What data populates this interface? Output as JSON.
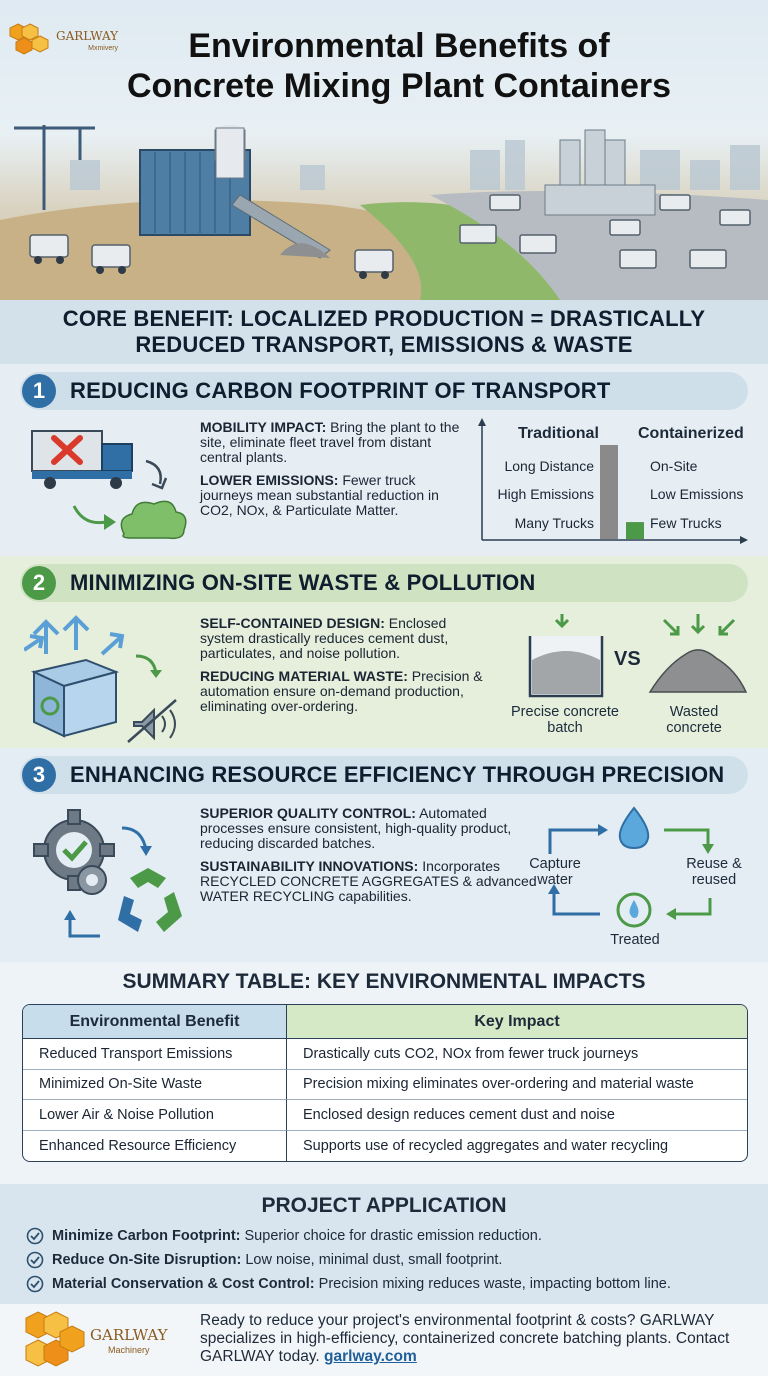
{
  "brand": {
    "name": "GARLWAY",
    "sub_header": "Mxmivery",
    "sub_footer": "Machinery"
  },
  "title": {
    "line1": "Environmental Benefits of",
    "line2": "Concrete Mixing Plant Containers"
  },
  "core": {
    "line1": "CORE BENEFIT: LOCALIZED PRODUCTION = DRASTICALLY",
    "line2": "REDUCED TRANSPORT, EMISSIONS & WASTE"
  },
  "section1": {
    "number": "1",
    "title": "REDUCING CARBON FOOTPRINT OF TRANSPORT",
    "b1_label": "MOBILITY IMPACT:",
    "b1_text": " Bring the plant to the site, eliminate fleet travel from distant central plants.",
    "b2_label": "LOWER EMISSIONS:",
    "b2_text": " Fewer truck journeys mean substantial reduction in CO2, NOx, & Particulate Matter."
  },
  "chart_data": {
    "type": "bar",
    "categories": [
      "Traditional",
      "Containerized"
    ],
    "values": [
      100,
      18
    ],
    "left_labels": [
      "Long Distance",
      "High Emissions",
      "Many Trucks"
    ],
    "right_labels": [
      "On-Site",
      "Low Emissions",
      "Few Trucks"
    ],
    "colors": [
      "#8a8a8a",
      "#4c9a48"
    ]
  },
  "section2": {
    "number": "2",
    "title": "MINIMIZING ON-SITE WASTE & POLLUTION",
    "b1_label": "SELF-CONTAINED DESIGN:",
    "b1_text": " Enclosed system drastically reduces cement dust, particulates, and noise pollution.",
    "b2_label": "REDUCING MATERIAL WASTE:",
    "b2_text": " Precision & automation ensure on-demand production, eliminating over-ordering.",
    "vs": "VS",
    "left_caption": "Precise concrete batch",
    "right_caption": "Wasted concrete"
  },
  "section3": {
    "number": "3",
    "title": "ENHANCING RESOURCE EFFICIENCY THROUGH PRECISION",
    "b1_label": "SUPERIOR QUALITY CONTROL:",
    "b1_text": " Automated processes ensure consistent, high-quality product, reducing discarded batches.",
    "b2_label": "SUSTAINABILITY INNOVATIONS:",
    "b2_text": " Incorporates RECYCLED CONCRETE AGGREGATES & advanced WATER RECYCLING capabilities.",
    "cycle_capture": "Capture water",
    "cycle_reuse": "Reuse & reused",
    "cycle_treated": "Treated"
  },
  "summary": {
    "title": "SUMMARY TABLE: KEY ENVIRONMENTAL IMPACTS",
    "headers": [
      "Environmental Benefit",
      "Key Impact"
    ],
    "rows": [
      [
        "Reduced Transport Emissions",
        "Drastically cuts CO2, NOx from fewer truck journeys"
      ],
      [
        "Minimized On-Site Waste",
        "Precision mixing eliminates over-ordering and material waste"
      ],
      [
        "Lower Air & Noise Pollution",
        "Enclosed design reduces cement dust and noise"
      ],
      [
        "Enhanced Resource Efficiency",
        "Supports use of recycled aggregates and water recycling"
      ]
    ]
  },
  "project": {
    "title": "PROJECT APPLICATION",
    "items": [
      {
        "label": "Minimize Carbon Footprint:",
        "text": " Superior choice for drastic emission reduction."
      },
      {
        "label": "Reduce On-Site Disruption:",
        "text": " Low noise, minimal dust, small footprint."
      },
      {
        "label": "Material Conservation & Cost Control:",
        "text": " Precision mixing reduces waste, impacting bottom line."
      }
    ]
  },
  "footer": {
    "text": "Ready to reduce your project's environmental footprint & costs? GARLWAY specializes in high-efficiency, containerized concrete batching plants. Contact GARLWAY today. ",
    "link": "garlway.com"
  },
  "colors": {
    "blue": "#2f6fa6",
    "green": "#4c9a48",
    "dark": "#0f1d2e"
  }
}
